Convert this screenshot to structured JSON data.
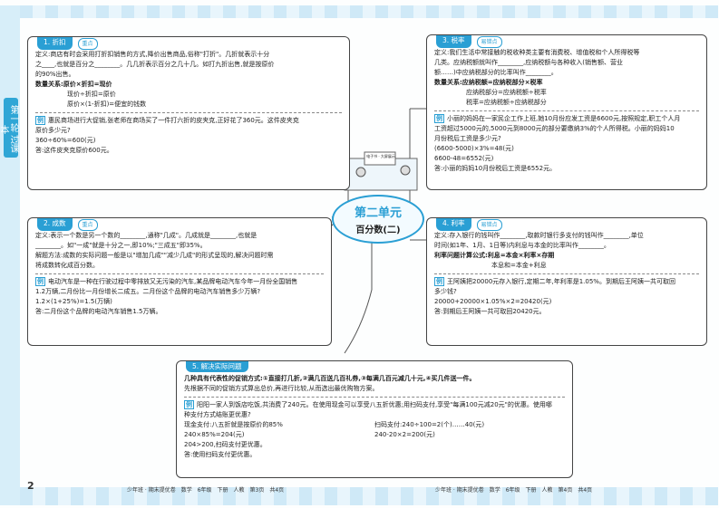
{
  "side_tab": "第一轮 过课本",
  "center": {
    "title": "第二单元",
    "subtitle": "百分数(二)"
  },
  "sec1": {
    "title": "1. 折扣",
    "badge": "重点",
    "lines": [
      "定义:商店有时会采用打折扣销售的方式,降价出售商品,俗称\"打折\"。几折就表示十分",
      "之____,也就是百分之________。几几折表示百分之几十几。如打九折出售,就是按原价",
      "的90%出售。",
      "数量关系:原价×折扣=现价",
      "　　　　　现价÷折扣=原价",
      "　　　　　原价×(1-折扣)=便宜的钱数"
    ],
    "example": [
      "惠民商场进行大促销,张老师在商场买了一件打六折的皮夹克,正好花了360元。这件皮夹克",
      "原价多少元?",
      "360÷60%=600(元)",
      "答:这件皮夹克原价600元。"
    ]
  },
  "sec2": {
    "title": "2. 成数",
    "badge": "重点",
    "lines": [
      "定义:表示一个数是另一个数的________,通称\"几成\"。几成就是________,也就是",
      "________。如\"一成\"就是十分之一,即10%;\"三成五\"即35%。",
      "解题方法:成数的实际问题一般是以\"增加几成\"\"减少几成\"的形式呈现的,解决问题时需",
      "将成数转化成百分数。"
    ],
    "example": [
      "电动汽车是一种在行驶过程中零排放又无污染的汽车,某品牌电动汽车今年一月份全国销售",
      "1.2万辆,二月份比一月份增长二成五。二月份这个品牌的电动汽车销售多少万辆?",
      "1.2×(1+25%)=1.5(万辆)",
      "答:二月份这个品牌的电动汽车销售1.5万辆。"
    ]
  },
  "sec3": {
    "title": "3. 税率",
    "badge": "易错点",
    "lines": [
      "定义:我们生活中常接触的税收种类主要有消费税、增值税和个人所得税等",
      "几类。应纳税额就叫作________,应纳税额与各种收入(销售额、营业",
      "额……)中应纳税部分的比率叫作________。",
      "数量关系:应纳税额=应纳税部分×税率",
      "　　　　　应纳税部分=应纳税额÷税率",
      "　　　　　税率=应纳税额÷应纳税部分"
    ],
    "example": [
      "小丽的妈妈在一家民企工作上班,她10月份应发工资是6600元,按照规定,职工个人月",
      "工资超过5000元的,5000元到8000元的部分要缴纳3%的个人所得税。小丽的妈妈10",
      "月份税后工资是多少元?",
      "(6600-5000)×3%=48(元)",
      "6600-48=6552(元)",
      "答:小丽的妈妈10月份税后工资是6552元。"
    ]
  },
  "sec4": {
    "title": "4. 利率",
    "badge": "易错点",
    "lines": [
      "定义:存入银行的钱叫作________,取款时银行多支付的钱叫作________,单位",
      "时间(如1年、1月、1日等)内利息与本金的比率叫作________。",
      "利率问题计算公式:利息=本金×利率×存期",
      "　　　　　　　　　本息和=本金+利息"
    ],
    "example": [
      "王阿姨把20000元存入银行,定期二年,年利率是1.05%。到期后王阿姨一共可取回",
      "多少钱?",
      "20000+20000×1.05%×2=20420(元)",
      "答:到期后王阿姨一共可取回20420元。"
    ]
  },
  "sec5": {
    "title": "5. 解决实际问题",
    "lines": [
      "几种具有代表性的促销方式:①直接打几折,②满几百送几百礼券,③每满几百元减几十元,④买几件送一件。",
      "先根据不同的促销方式算出总价,再进行比较,从而选出最优购物方案。"
    ],
    "example_q": [
      "阳阳一家人到饭店吃饭,共消费了240元。在使用现金可以享受八五折优惠;用扫码支付,享受\"每满100元减20元\"的优惠。使用哪",
      "种支付方式结账更优惠?"
    ],
    "col_left": [
      "现金支付:八五折就是按原价的85%",
      "240×85%=204(元)",
      "204>200,扫码支付更优惠。",
      "答:使用扫码支付更优惠。"
    ],
    "col_right": [
      "扫码支付:240÷100=2(个)……40(元)",
      "240-20×2=200(元)"
    ]
  },
  "footer": {
    "left_page": "2",
    "left_text": "少年班 · 期末提优卷　数学　6年级　下册　人教　第3页　共4页",
    "right_text": "少年班 · 期末提优卷　数学　6年级　下册　人教　第4页　共4页"
  },
  "illustration_sign": "电子书 · 大屏展示"
}
